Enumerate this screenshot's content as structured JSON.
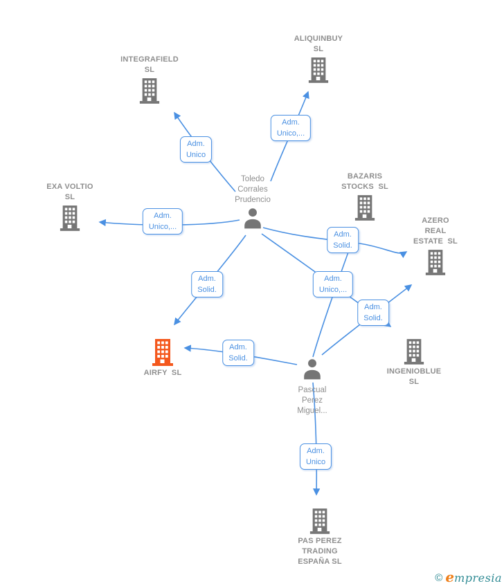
{
  "title": "Company relationships graph",
  "colors": {
    "edge_blue": "#4a90e2",
    "building_gray": "#757575",
    "label_gray": "#8e8e8e",
    "airfy_orange": "#f4581d",
    "logo_teal": "#2e8a93",
    "logo_orange": "#ef7f1a"
  },
  "nodes": {
    "integrafield": {
      "type": "company",
      "label": "INTEGRAFIELD\nSL"
    },
    "aliquinbuy": {
      "type": "company",
      "label": "ALIQUINBUY\nSL"
    },
    "exa_voltio": {
      "type": "company",
      "label": "EXA VOLTIO\nSL"
    },
    "bazaris": {
      "type": "company",
      "label": "BAZARIS\nSTOCKS  SL"
    },
    "azero": {
      "type": "company",
      "label": "AZERO\nREAL\nESTATE  SL"
    },
    "airfy": {
      "type": "company",
      "label": "AIRFY  SL",
      "highlight": "#f4581d"
    },
    "ingenioblue": {
      "type": "company",
      "label": "INGENIOBLUE\nSL"
    },
    "pas_perez": {
      "type": "company",
      "label": "PAS PEREZ\nTRADING\nESPAÑA SL"
    },
    "toledo": {
      "type": "person",
      "label": "Toledo\nCorrales\nPrudencio"
    },
    "pascual": {
      "type": "person",
      "label": "Pascual\nPerez\nMiguel..."
    }
  },
  "edge_labels": {
    "toledo_integrafield": "Adm.\nUnico",
    "toledo_aliquinbuy": "Adm.\nUnico,...",
    "toledo_exa_voltio": "Adm.\nUnico,...",
    "toledo_azero": "Adm.\nSolid.",
    "pascual_bazaris": "Adm.\nUnico,...",
    "pascual_azero": "Adm.\nSolid.",
    "toledo_airfy": "Adm.\nSolid.",
    "pascual_airfy": "Adm.\nSolid.",
    "pascual_pas_perez": "Adm.\nUnico"
  },
  "edges": [
    {
      "from": "toledo",
      "to": "integrafield",
      "label": "Adm. Unico"
    },
    {
      "from": "toledo",
      "to": "aliquinbuy",
      "label": "Adm. Unico,..."
    },
    {
      "from": "toledo",
      "to": "exa_voltio",
      "label": "Adm. Unico,..."
    },
    {
      "from": "toledo",
      "to": "azero",
      "label": "Adm. Solid."
    },
    {
      "from": "toledo",
      "to": "airfy",
      "label": "Adm. Solid."
    },
    {
      "from": "toledo",
      "to": "ingenioblue",
      "label": ""
    },
    {
      "from": "pascual",
      "to": "bazaris",
      "label": "Adm. Unico,..."
    },
    {
      "from": "pascual",
      "to": "azero",
      "label": "Adm. Solid."
    },
    {
      "from": "pascual",
      "to": "airfy",
      "label": "Adm. Solid."
    },
    {
      "from": "pascual",
      "to": "pas_perez",
      "label": "Adm. Unico"
    }
  ],
  "footer": {
    "copyright_symbol": "©",
    "brand_first_letter": "e",
    "brand_rest": "mpresia"
  }
}
